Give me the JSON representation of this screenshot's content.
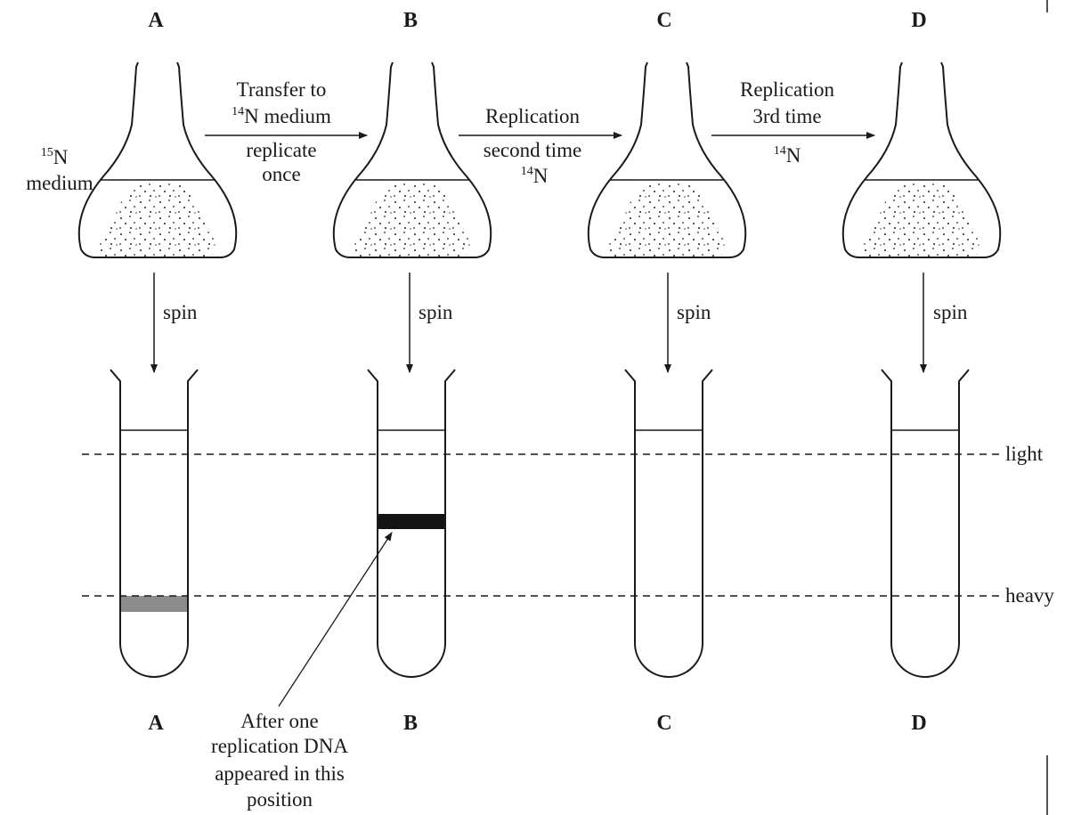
{
  "columns": [
    {
      "id": "A",
      "top_label": "A",
      "bottom_label": "A",
      "arrow_label": "spin"
    },
    {
      "id": "B",
      "top_label": "B",
      "bottom_label": "B",
      "arrow_label": "spin"
    },
    {
      "id": "C",
      "top_label": "C",
      "bottom_label": "C",
      "arrow_label": "spin"
    },
    {
      "id": "D",
      "top_label": "D",
      "bottom_label": "D",
      "arrow_label": "spin"
    }
  ],
  "start_medium": {
    "sup": "15",
    "element": "N",
    "line2": "medium"
  },
  "transitions": [
    {
      "line1": "Transfer to",
      "line2_sup": "14",
      "line2": "N medium",
      "below1": "replicate",
      "below2": "once"
    },
    {
      "line1": "Replication",
      "below1": "second time",
      "below2_sup": "14",
      "below2": "N"
    },
    {
      "line1": "Replication",
      "line2": "3rd time",
      "below_sup": "14",
      "below": "N"
    }
  ],
  "levels": {
    "light": "light",
    "heavy": "heavy"
  },
  "bands": [
    {
      "tube": "A",
      "level": "heavy",
      "color": "#8c8c8c"
    },
    {
      "tube": "B",
      "level": "intermediate",
      "color": "#141414"
    }
  ],
  "annotation": {
    "lines": [
      "After one",
      "replication DNA",
      "appeared in this",
      "position"
    ]
  }
}
